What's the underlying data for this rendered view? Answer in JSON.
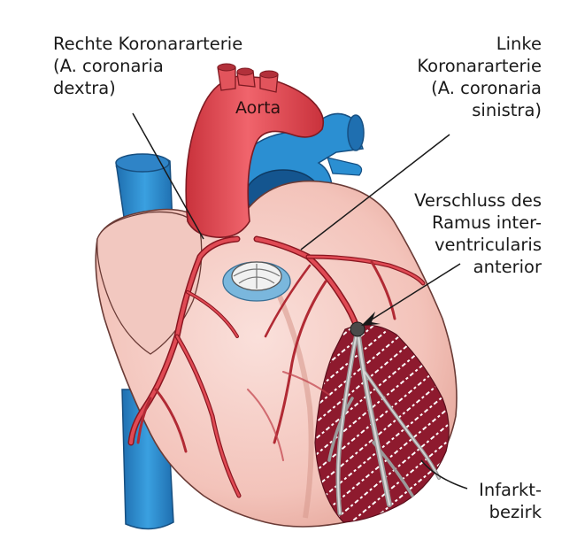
{
  "labels": {
    "right_coronary": "Rechte Koronararterie\n(A. coronaria\ndextra)",
    "left_coronary": "Linke\nKoronararterie\n(A. coronaria\nsinistra)",
    "occlusion": "Verschluss des\nRamus inter-\nventricularis\nanterior",
    "infarct": "Infarkt-\nbezirk",
    "aorta": "Aorta"
  },
  "colors": {
    "heart": "#f6cfc8",
    "heart_shadow": "#e6a79d",
    "artery": "#e74650",
    "artery_dark": "#b01d2a",
    "vein": "#2b8fd2",
    "vein_dark": "#1a5f97",
    "infarct": "#8e1a2e",
    "infarct_hatch": "#ffffff",
    "occluded_vessel": "#b4b4b4"
  }
}
